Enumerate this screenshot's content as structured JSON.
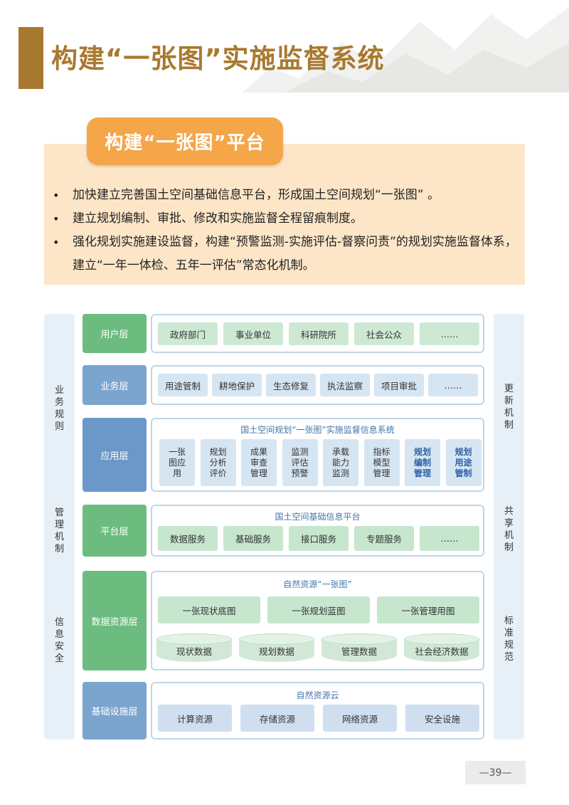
{
  "title": "构建“一张图”实施监督系统",
  "pill_label": "构建“一张图”平台",
  "bullets": [
    "加快建立完善国土空间基础信息平台，形成国土空间规划“一张图” 。",
    "建立规划编制、审批、修改和实施监督全程留痕制度。",
    "强化规划实施建设监督，构建“预警监测-实施评估-督察问责”的规划实施监督体系，建立“一年一体检、五年一评估”常态化机制。"
  ],
  "left_side": [
    "业务规则",
    "管理机制",
    "信息安全"
  ],
  "right_side": [
    "更新机制",
    "共享机制",
    "标准规范"
  ],
  "layers": {
    "user": {
      "label": "用户层",
      "items": [
        "政府部门",
        "事业单位",
        "科研院所",
        "社会公众",
        "……"
      ]
    },
    "business": {
      "label": "业务层",
      "items": [
        "用途管制",
        "耕地保护",
        "生态修复",
        "执法监察",
        "项目审批",
        "……"
      ]
    },
    "application": {
      "label": "应用层",
      "panel_title": "国土空间规划“一张图”实施监督信息系统",
      "items": [
        "一张图应用",
        "规划分析评价",
        "成果审查管理",
        "监测评估预警",
        "承载能力监测",
        "指标模型管理",
        "规划编制管理",
        "规划用途管制"
      ]
    },
    "platform": {
      "label": "平台层",
      "panel_title": "国土空间基础信息平台",
      "items": [
        "数据服务",
        "基础服务",
        "接口服务",
        "专题服务",
        "……"
      ]
    },
    "data": {
      "label": "数据资源层",
      "panel_title": "自然资源“一张图”",
      "maps": [
        "一张现状底图",
        "一张规划蓝图",
        "一张管理用图"
      ],
      "databases": [
        "现状数据",
        "规划数据",
        "管理数据",
        "社会经济数据"
      ]
    },
    "infrastructure": {
      "label": "基础设施层",
      "panel_title": "自然资源云",
      "items": [
        "计算资源",
        "存储资源",
        "网络资源",
        "安全设施"
      ]
    }
  },
  "page_number": "—39—",
  "colors": {
    "title": "#a8792f",
    "pill": "#f5a649",
    "intro_background": "#fde6c7",
    "layer_green": "#6cbc7f",
    "layer_blue": "#7ba4cf",
    "panel_title_text": "#4477aa",
    "emphasis_text": "#2f63a6"
  }
}
